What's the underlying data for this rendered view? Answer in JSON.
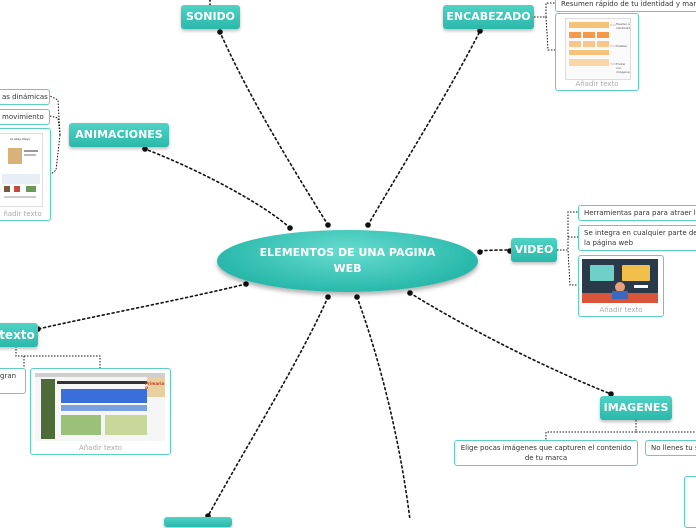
{
  "center": {
    "title": "ELEMENTOS DE UNA PAGINA WEB"
  },
  "branches": {
    "sonido": "SONIDO",
    "encabezado": "ENCABEZADO",
    "animaciones": "ANIMACIONES",
    "video": "VIDEO",
    "texto": "texto",
    "imagenes": "IMAGENES"
  },
  "encabezado_items": {
    "resumen": "Resumen rápido de tu identidad y marca",
    "card_caption": "Añadir texto",
    "thumb_labels": {
      "a": "Header a identidad",
      "b": "Sidebar",
      "c": "Footer con imágenes"
    }
  },
  "animaciones_items": {
    "dinamicas": "as dinámicas",
    "movimiento": "movimiento",
    "card_caption": "ñadir texto",
    "thumb_title": "Al ebay Mayo"
  },
  "video_items": {
    "herramientas": "Herramientas para para atraer la a",
    "integra": "Se integra en cualquier parte de la página web",
    "card_caption": "Añadir texto"
  },
  "texto_items": {
    "gran": "gran",
    "card_caption": "Añadir texto",
    "thumb_banner": "Primaria P"
  },
  "imagenes_items": {
    "elige": "Elige pocas imágenes que capturen el contenido de tu marca",
    "no_llenes": "No llenes tu si"
  },
  "colors": {
    "accent": "#2ab8aa",
    "accent_light": "#4fd3c5",
    "border": "#5ccfc2",
    "connector": "#111111"
  }
}
